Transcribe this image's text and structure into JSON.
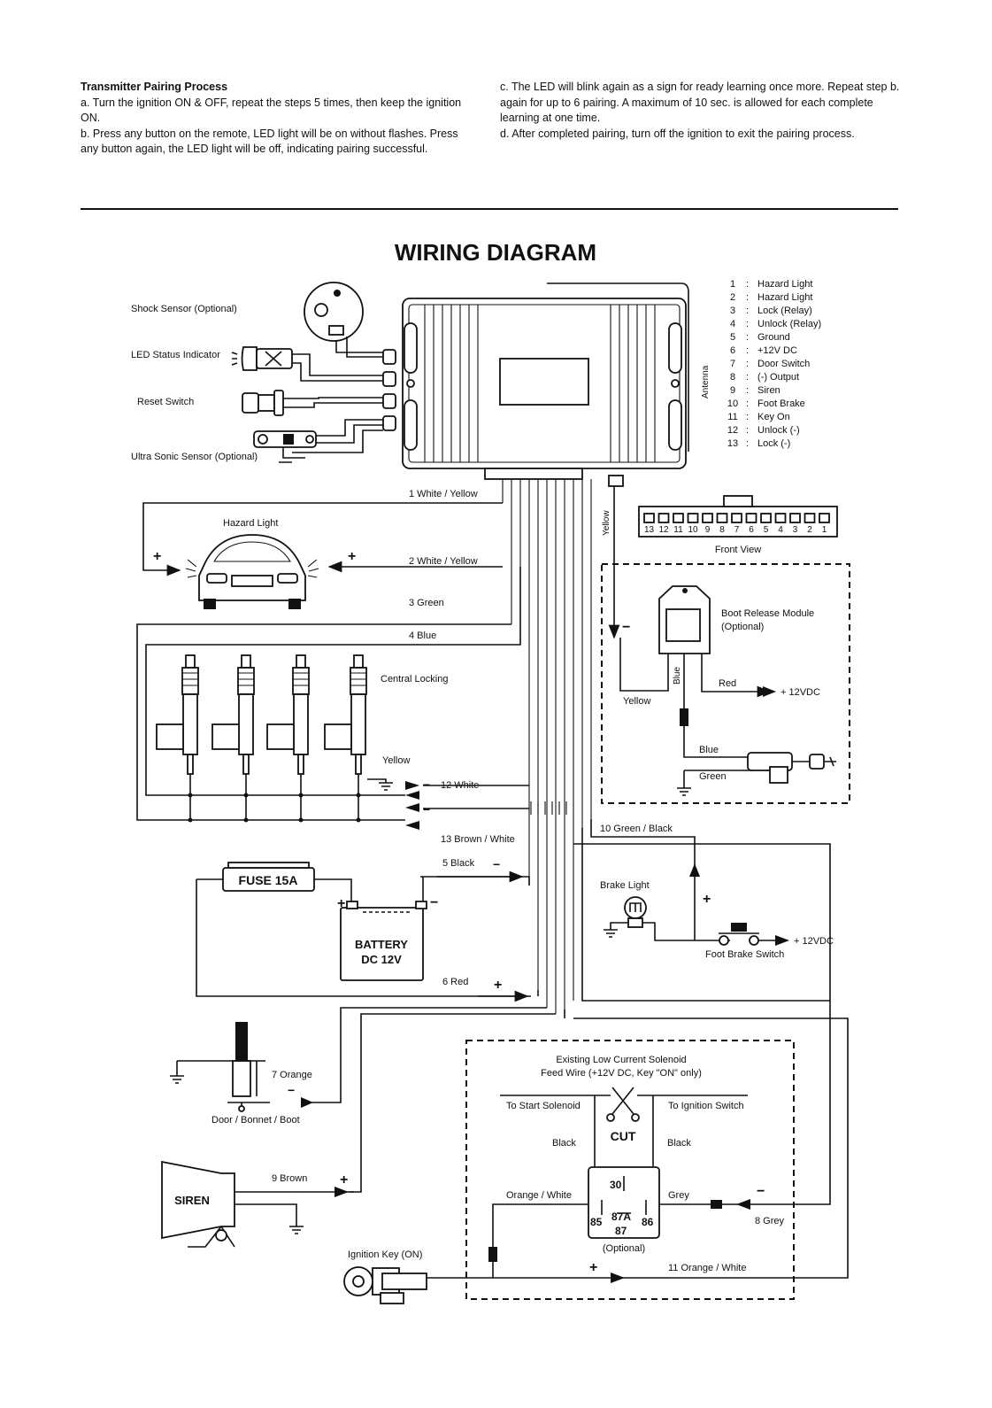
{
  "instructions": {
    "title": "Transmitter Pairing Process",
    "step_a": "a. Turn the ignition ON & OFF, repeat the steps 5 times, then keep the ignition ON.",
    "step_b": "b. Press any button on the remote, LED light will be on without flashes. Press any button again, the LED light will be off, indicating pairing successful.",
    "step_c": "c. The LED will blink again as a sign for ready learning once more. Repeat step b. again for up to 6 pairing. A maximum of 10 sec. is allowed for each complete learning at one time.",
    "step_d": "d. After completed pairing, turn off the ignition to exit the pairing process."
  },
  "diagram": {
    "title": "WIRING DIAGRAM",
    "inputs": {
      "shock_sensor": "Shock Sensor (Optional)",
      "led_status": "LED Status Indicator",
      "reset_switch": "Reset Switch",
      "ultrasonic": "Ultra Sonic Sensor (Optional)"
    },
    "antenna": "Antenna",
    "pin_legend": [
      {
        "num": "1",
        "sep": ":",
        "name": "Hazard Light"
      },
      {
        "num": "2",
        "sep": ":",
        "name": "Hazard Light"
      },
      {
        "num": "3",
        "sep": ":",
        "name": "Lock (Relay)"
      },
      {
        "num": "4",
        "sep": ":",
        "name": "Unlock (Relay)"
      },
      {
        "num": "5",
        "sep": ":",
        "name": "Ground"
      },
      {
        "num": "6",
        "sep": ":",
        "name": "+12V DC"
      },
      {
        "num": "7",
        "sep": ":",
        "name": "Door Switch"
      },
      {
        "num": "8",
        "sep": ":",
        "name": "(-) Output"
      },
      {
        "num": "9",
        "sep": ":",
        "name": "Siren"
      },
      {
        "num": "10",
        "sep": ":",
        "name": "Foot Brake"
      },
      {
        "num": "11",
        "sep": ":",
        "name": "Key On"
      },
      {
        "num": "12",
        "sep": ":",
        "name": "Unlock (-)"
      },
      {
        "num": "13",
        "sep": ":",
        "name": "Lock (-)"
      }
    ],
    "connector_pins": [
      "13",
      "12",
      "11",
      "10",
      "9",
      "8",
      "7",
      "6",
      "5",
      "4",
      "3",
      "2",
      "1"
    ],
    "front_view": "Front View",
    "wires": {
      "w1": "1  White / Yellow",
      "w2": "2 White / Yellow",
      "w3": "3  Green",
      "w4": "4 Blue",
      "w12": "12 White",
      "w13": "13 Brown / White",
      "w5": "5 Black",
      "w6": "6 Red",
      "w7": "7 Orange",
      "w9": "9 Brown",
      "w10": "10 Green / Black",
      "w8": "8 Grey",
      "w11": "11 Orange / White",
      "yellow": "Yellow"
    },
    "hazard_light": "Hazard Light",
    "central_locking": "Central Locking",
    "central_yellow": "Yellow",
    "boot": {
      "module": "Boot Release Module",
      "optional": "(Optional)",
      "blue_vertical": "Blue",
      "red": "Red",
      "plus12": "+ 12VDC",
      "yellow": "Yellow",
      "blue": "Blue",
      "green": "Green"
    },
    "fuse": "FUSE 15A",
    "battery_line1": "BATTERY",
    "battery_line2": "DC 12V",
    "brake": {
      "light": "Brake Light",
      "plus12": "+ 12VDC",
      "switch": "Foot Brake Switch"
    },
    "door": "Door / Bonnet / Boot",
    "siren": "SIREN",
    "ignition_key": "Ignition Key (ON)",
    "relay": {
      "feed_line1": "Existing Low Current Solenoid",
      "feed_line2": "Feed Wire (+12V DC, Key \"ON\" only)",
      "to_start": "To Start Solenoid",
      "to_ignition": "To Ignition Switch",
      "cut": "CUT",
      "black_left": "Black",
      "black_right": "Black",
      "orange_white": "Orange / White",
      "grey": "Grey",
      "p30": "30",
      "p85": "85",
      "p87a": "87A",
      "p86": "86",
      "p87": "87",
      "optional": "(Optional)"
    },
    "signs": {
      "plus": "+",
      "minus": "−"
    }
  }
}
